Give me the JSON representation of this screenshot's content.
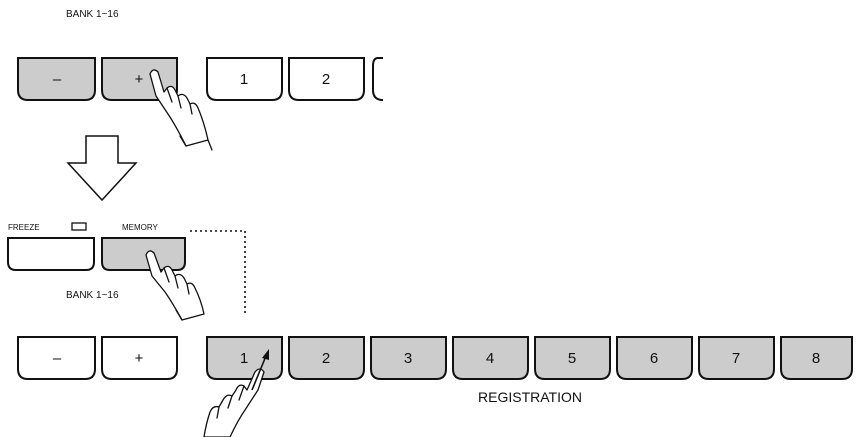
{
  "top_panel": {
    "bank_label": "BANK 1~16",
    "minus_label": "–",
    "plus_label": "+",
    "key1_label": "1",
    "key2_label": "2"
  },
  "memory_panel": {
    "freeze_label": "FREEZE",
    "memory_label": "MEMORY"
  },
  "bottom_panel": {
    "bank_label": "BANK 1~16",
    "minus_label": "–",
    "plus_label": "+",
    "registration_label": "REGISTRATION",
    "keys": [
      "1",
      "2",
      "3",
      "4",
      "5",
      "6",
      "7",
      "8"
    ]
  },
  "colors": {
    "pressed_fill": "#cccccc",
    "unpressed_fill": "#ffffff",
    "outline": "#111111"
  }
}
